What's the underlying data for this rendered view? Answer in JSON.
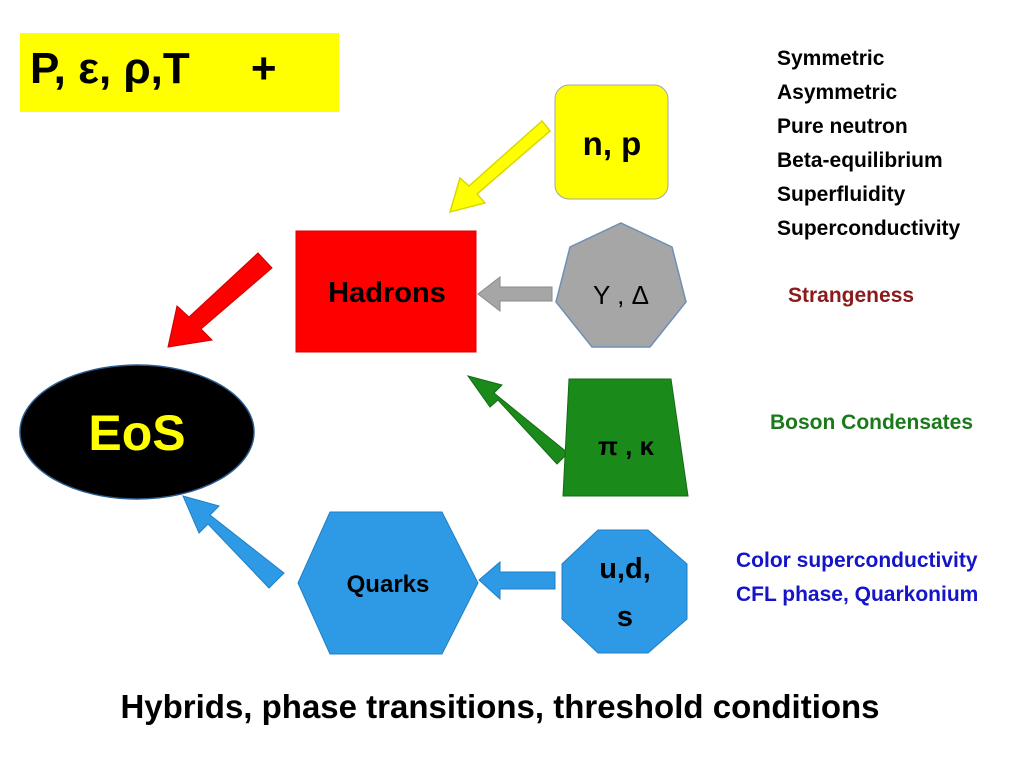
{
  "variables_label": "P, ε, ρ,T     +",
  "nodes": {
    "eos": "EoS",
    "hadrons": "Hadrons",
    "np": "n, p",
    "hyperons": "Y , Δ",
    "mesons": "π , κ",
    "quarks": "Quarks",
    "uds_line1": "u,d,",
    "uds_line2": "s"
  },
  "properties": [
    "Symmetric",
    "Asymmetric",
    "Pure neutron",
    "Beta-equilibrium",
    "Superfluidity",
    "Superconductivity"
  ],
  "annotations": {
    "strangeness": "Strangeness",
    "boson": "Boson Condensates",
    "color_sc": "Color superconductivity",
    "cfl": "CFL phase, Quarkonium"
  },
  "footer": "Hybrids, phase transitions, threshold conditions",
  "colors": {
    "yellow": "#ffff00",
    "red": "#ff0000",
    "gray": "#a6a6a6",
    "green": "#1a8a1a",
    "blue": "#2e9ae6",
    "black": "#000000",
    "eos_text": "#ffff00"
  }
}
